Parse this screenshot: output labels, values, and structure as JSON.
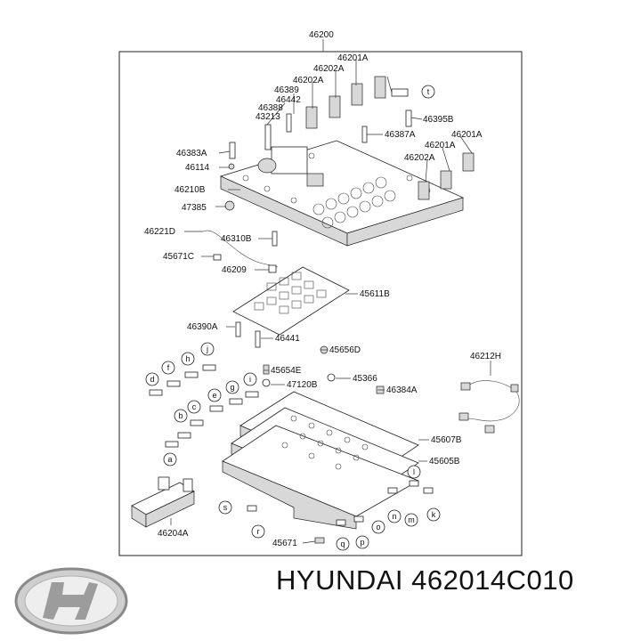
{
  "diagram": {
    "title_ref": "46200",
    "part_labels": [
      "46201A",
      "46202A",
      "46202A",
      "46389",
      "46442",
      "46388",
      "43213",
      "46395B",
      "46387A",
      "46201A",
      "46201A",
      "46202A",
      "46383A",
      "46114",
      "46210B",
      "47385",
      "46221D",
      "46310B",
      "45671C",
      "46209",
      "45611B",
      "46390A",
      "46441",
      "45656D",
      "45654E",
      "47120B",
      "45366",
      "46384A",
      "46212H",
      "45607B",
      "45605B",
      "46204A",
      "45671"
    ],
    "callout_letters": [
      "t",
      "j",
      "h",
      "f",
      "i",
      "d",
      "e",
      "g",
      "c",
      "b",
      "a",
      "l",
      "s",
      "r",
      "q",
      "p",
      "o",
      "n",
      "m",
      "k"
    ]
  },
  "brand": {
    "logo": "hyundai-logo",
    "caption": "HYUNDAI 462014C010"
  }
}
